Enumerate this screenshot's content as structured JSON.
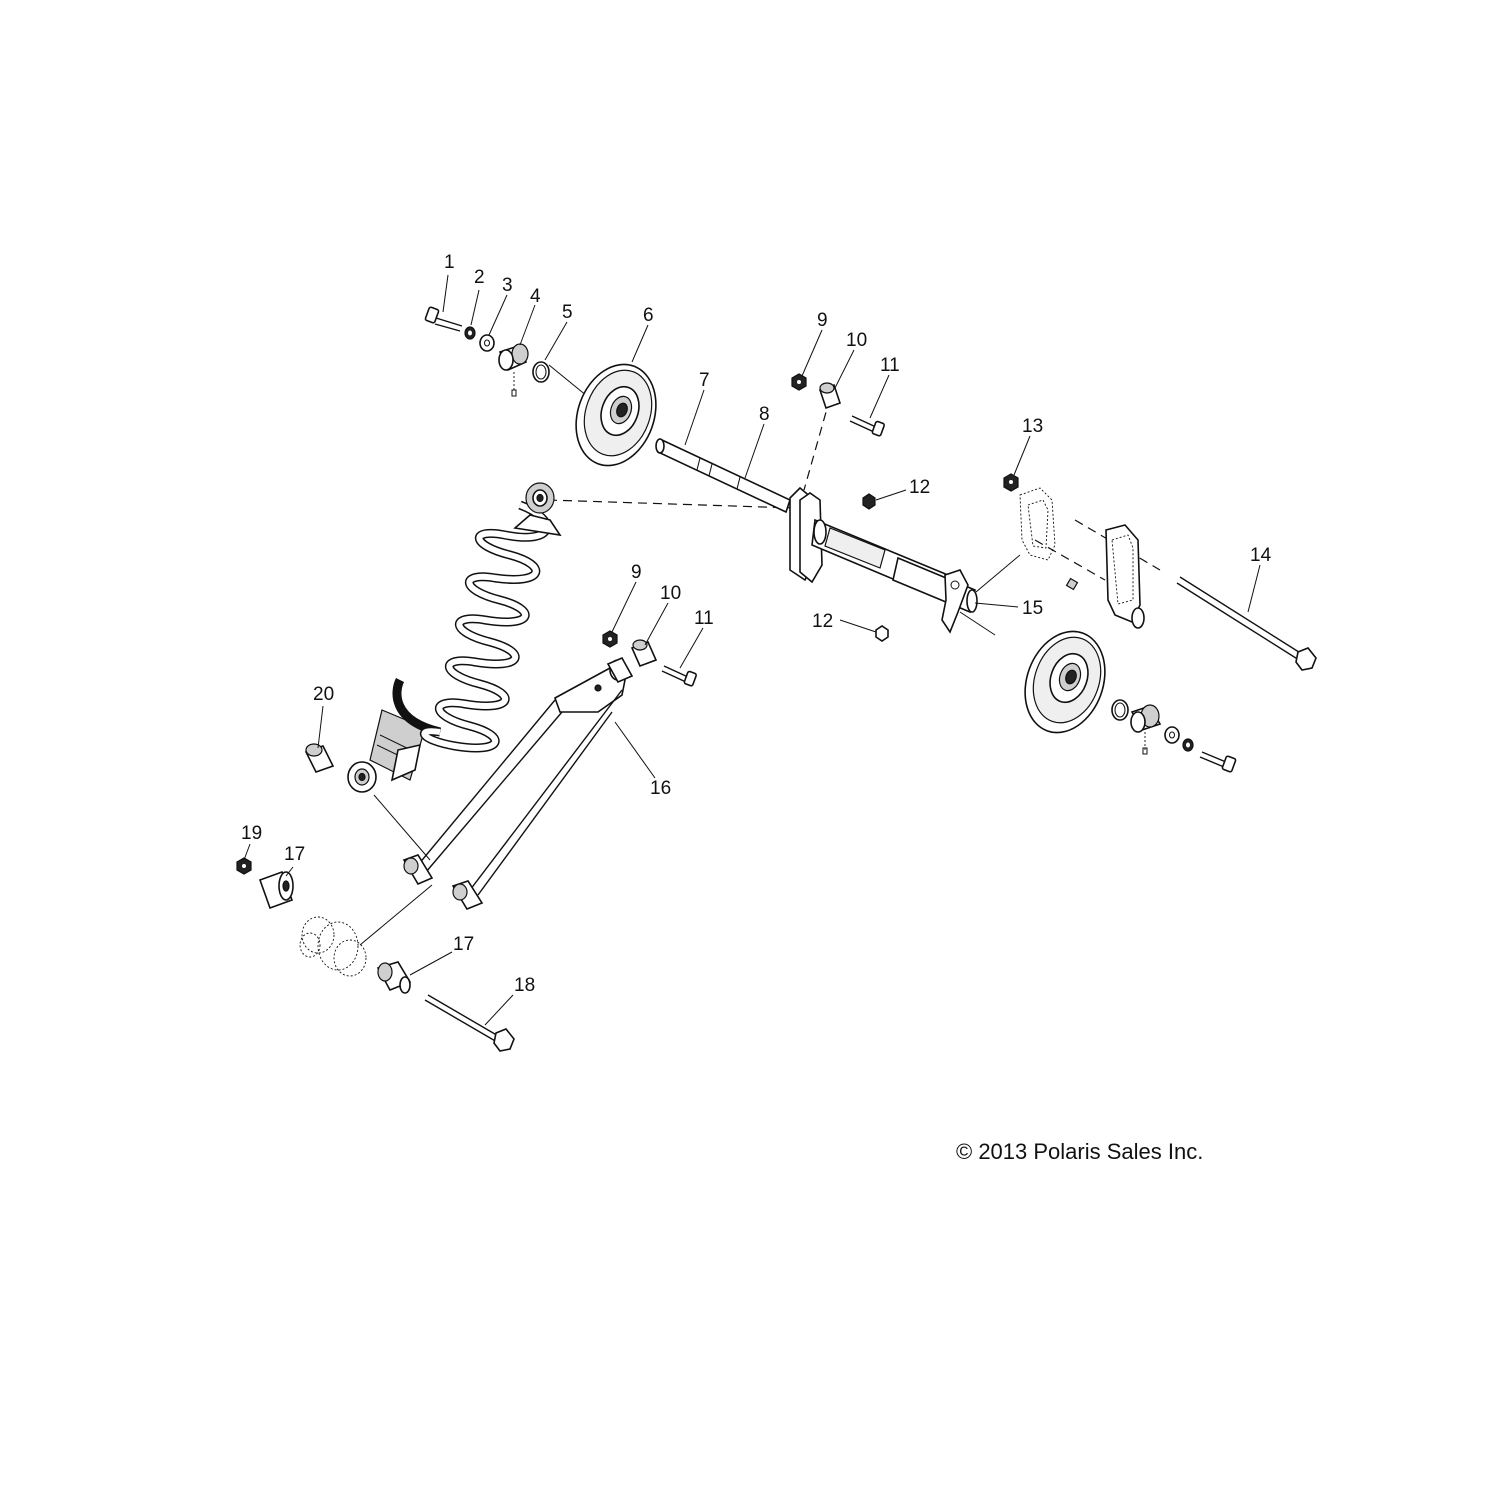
{
  "copyright": "© 2013 Polaris Sales Inc.",
  "callouts": [
    {
      "label": "1"
    },
    {
      "label": "2"
    },
    {
      "label": "3"
    },
    {
      "label": "4"
    },
    {
      "label": "5"
    },
    {
      "label": "6"
    },
    {
      "label": "7"
    },
    {
      "label": "8"
    },
    {
      "label": "9"
    },
    {
      "label": "10"
    },
    {
      "label": "11"
    },
    {
      "label": "12"
    },
    {
      "label": "13"
    },
    {
      "label": "14"
    },
    {
      "label": "15"
    },
    {
      "label": "9"
    },
    {
      "label": "10"
    },
    {
      "label": "11"
    },
    {
      "label": "12"
    },
    {
      "label": "16"
    },
    {
      "label": "20"
    },
    {
      "label": "19"
    },
    {
      "label": "17"
    },
    {
      "label": "17"
    },
    {
      "label": "18"
    }
  ]
}
